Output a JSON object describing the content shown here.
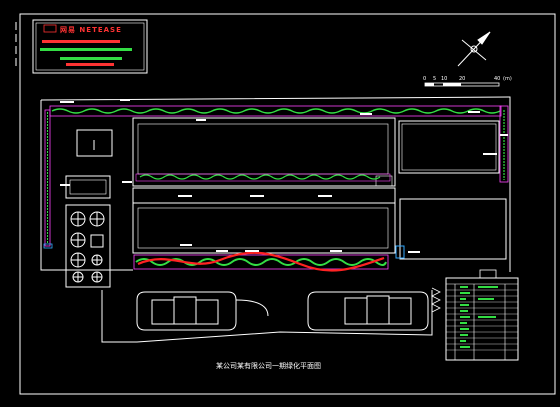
{
  "logo": {
    "text": "网易  NETEASE"
  },
  "scale": {
    "ticks": [
      "0",
      "5",
      "10",
      "20",
      "40"
    ],
    "unit": "(m)"
  },
  "drawing_title": "某公司某有限公司一期绿化平面图",
  "colors": {
    "background": "#000000",
    "linework": "#ffffff",
    "frame": "#ff44ff",
    "planting": "#33dd44",
    "accent": "#ff2222",
    "water": "#33aaff"
  }
}
